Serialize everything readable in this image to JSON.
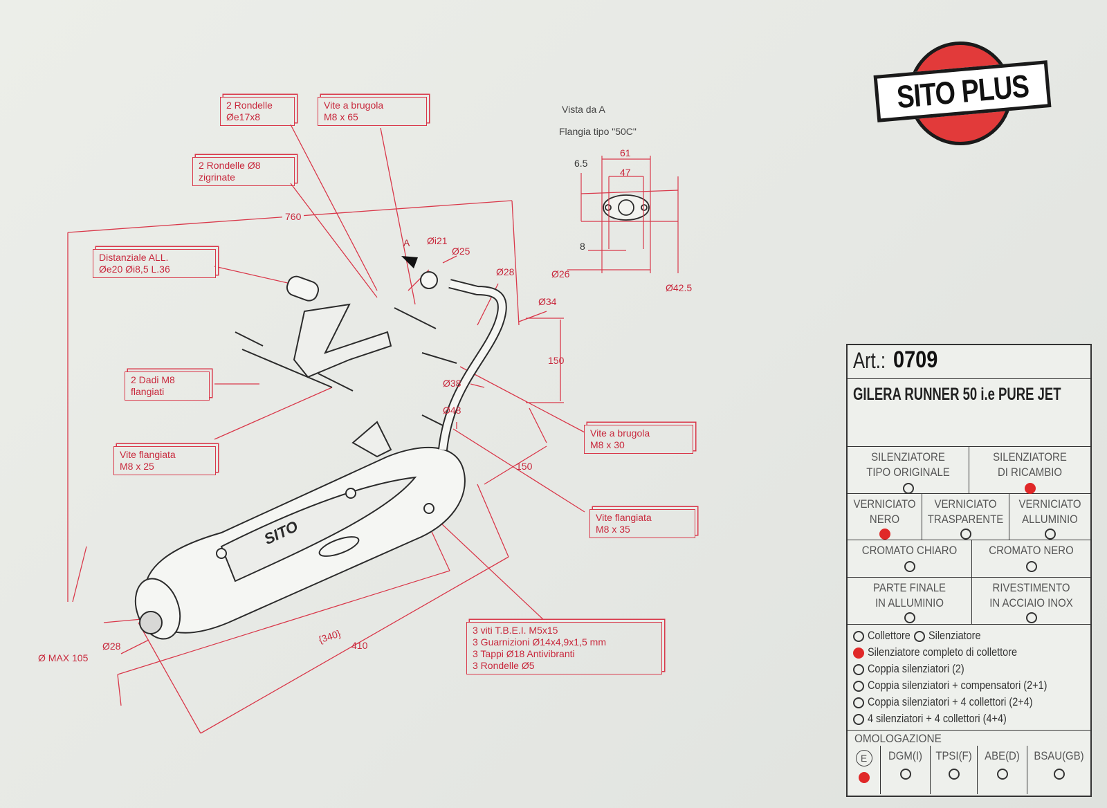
{
  "logo": {
    "text": "SITO PLUS"
  },
  "view_a": {
    "title": "Vista da A",
    "subtitle": "Flangia tipo \"50C\""
  },
  "flange_dims": [
    "61",
    "47",
    "6.5",
    "8",
    "Ø26",
    "Ø42.5"
  ],
  "callouts": {
    "rondelle_17": "2 Rondelle\nØe17x8",
    "vite_65": "Vite a brugola\nM8 x 65",
    "rondelle_8": "2 Rondelle Ø8\nzigrinate",
    "distanziale": "Distanziale ALL.\nØe20 Øi8,5 L.36",
    "dadi": "2 Dadi M8\nflangiati",
    "vite_25": "Vite flangiata\nM8 x 25",
    "vite_30": "Vite a brugola\nM8 x 30",
    "vite_35": "Vite flangiata\nM8 x 35",
    "kit": "3 viti T.B.E.I. M5x15\n3 Guarnizioni Ø14x4,9x1,5 mm\n3 Tappi Ø18 Antivibranti\n3 Rondelle Ø5"
  },
  "dims": {
    "d760": "760",
    "A": "A",
    "di21": "Øi21",
    "d25": "Ø25",
    "d28a": "Ø28",
    "d34": "Ø34",
    "d150a": "150",
    "d38": "Ø38",
    "d48": "Ø48",
    "d150b": "150",
    "d340": "{340}",
    "d410": "410",
    "d28b": "Ø28",
    "dmax": "Ø MAX 105"
  },
  "brand_mark": "SITO",
  "panel": {
    "art_label": "Art.:",
    "art_number": "0709",
    "model": "GILERA RUNNER 50 i.e PURE JET",
    "silencer_types": [
      {
        "label": "SILENZIATORE\nTIPO ORIGINALE",
        "selected": false
      },
      {
        "label": "SILENZIATORE\nDI RICAMBIO",
        "selected": true
      }
    ],
    "paints": [
      {
        "label": "VERNICIATO\nNERO",
        "selected": true
      },
      {
        "label": "VERNICIATO\nTRASPARENTE",
        "selected": false
      },
      {
        "label": "VERNICIATO\nALLUMINIO",
        "selected": false
      }
    ],
    "chrome": [
      {
        "label": "CROMATO CHIARO",
        "selected": false
      },
      {
        "label": "CROMATO NERO",
        "selected": false
      }
    ],
    "finish": [
      {
        "label": "PARTE FINALE\nIN ALLUMINIO",
        "selected": false
      },
      {
        "label": "RIVESTIMENTO\nIN ACCIAIO INOX",
        "selected": false
      }
    ],
    "configurations": [
      {
        "label": "Collettore",
        "selected": false
      },
      {
        "label": "Silenziatore",
        "selected": false
      },
      {
        "label": "Silenziatore completo di collettore",
        "selected": true
      },
      {
        "label": "Coppia silenziatori (2)",
        "selected": false
      },
      {
        "label": "Coppia silenziatori + compensatori (2+1)",
        "selected": false
      },
      {
        "label": "Coppia silenziatori + 4 collettori (2+4)",
        "selected": false
      },
      {
        "label": "4 silenziatori + 4 collettori (4+4)",
        "selected": false
      }
    ],
    "homologation": {
      "title": "OMOLOGAZIONE",
      "items": [
        {
          "label": "E",
          "selected": true
        },
        {
          "label": "DGM(I)",
          "selected": false
        },
        {
          "label": "TPSI(F)",
          "selected": false
        },
        {
          "label": "ABE(D)",
          "selected": false
        },
        {
          "label": "BSAU(GB)",
          "selected": false
        }
      ]
    }
  },
  "colors": {
    "accent_red": "#d9384a",
    "radio_red": "#e02828",
    "ink": "#333333"
  }
}
